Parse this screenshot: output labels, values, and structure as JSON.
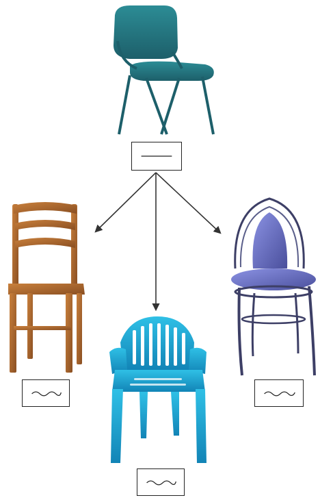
{
  "diagram": {
    "nodes": [
      {
        "id": "root",
        "image": "office-chair-icon",
        "color": "#1f6f7a",
        "label_mark": "straight-line"
      },
      {
        "id": "left",
        "image": "wooden-chair-icon",
        "color": "#b06a2c",
        "label_mark": "wavy-line"
      },
      {
        "id": "center",
        "image": "plastic-armchair-icon",
        "color": "#1aa3d1",
        "label_mark": "wavy-line"
      },
      {
        "id": "right",
        "image": "bistro-chair-icon",
        "color": "#5a62b3",
        "label_mark": "wavy-line"
      }
    ],
    "edges": [
      {
        "from": "root",
        "to": "left"
      },
      {
        "from": "root",
        "to": "center"
      },
      {
        "from": "root",
        "to": "right"
      }
    ],
    "colors": {
      "arrow": "#333333",
      "box_border": "#222222"
    }
  }
}
